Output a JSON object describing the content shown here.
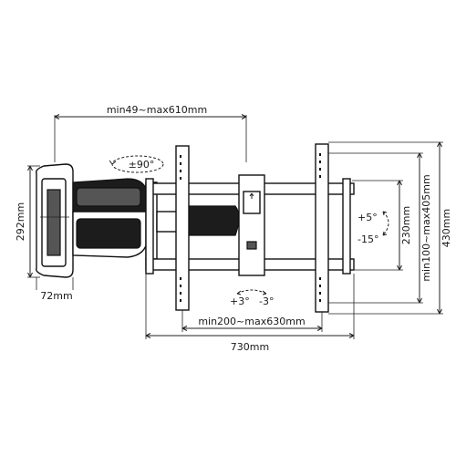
{
  "diagram": {
    "dimensions": {
      "arm_extension": "min49~max610mm",
      "swivel": "±90°",
      "wall_plate_height": "292mm",
      "wall_plate_width": "72mm",
      "tilt_up": "+5°",
      "tilt_down": "-15°",
      "rail_height": "230mm",
      "vesa_vertical": "min100~max405mm",
      "bracket_height": "430mm",
      "level_plus": "+3°",
      "level_minus": "-3°",
      "vesa_horizontal": "min200~max630mm",
      "bracket_width": "730mm"
    }
  }
}
